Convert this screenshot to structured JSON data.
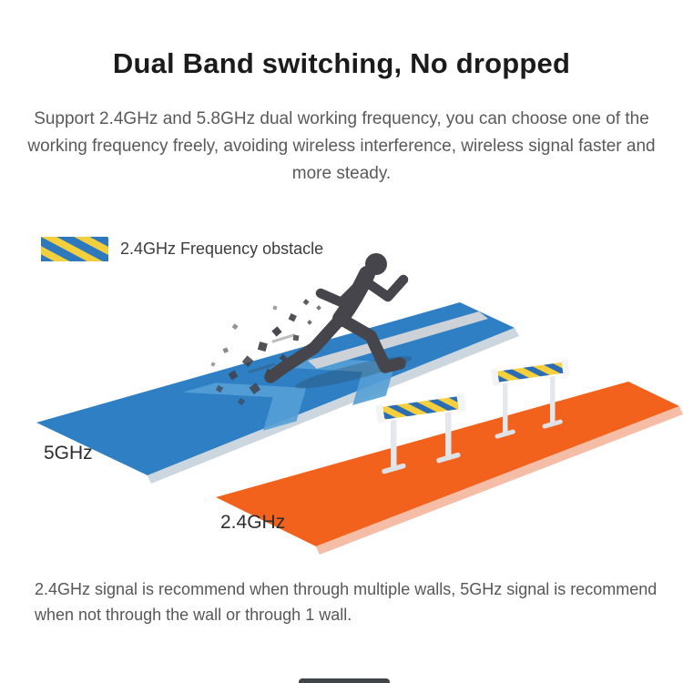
{
  "page": {
    "title": "Dual Band switching, No dropped",
    "description": "Support 2.4GHz and 5.8GHz dual working frequency, you can choose one of the working frequency freely, avoiding wireless interference, wireless signal faster and more steady.",
    "footer": "2.4GHz signal is recommend when through multiple walls, 5GHz signal is recommend when not through the wall or through 1 wall."
  },
  "legend": {
    "label": "2.4GHz Frequency obstacle",
    "base_color": "#2e79be",
    "stripe_color": "#f3cf3d"
  },
  "hurdle": {
    "base_color": "#f5cf3c",
    "stripe_color": "#2a6db5"
  },
  "diagram": {
    "fast_track": {
      "label": "5GHz",
      "color": "#2e7fc3"
    },
    "slow_track": {
      "label": "2.4GHz",
      "color": "#f2621c"
    },
    "chevron_color": "#55a0d6"
  }
}
